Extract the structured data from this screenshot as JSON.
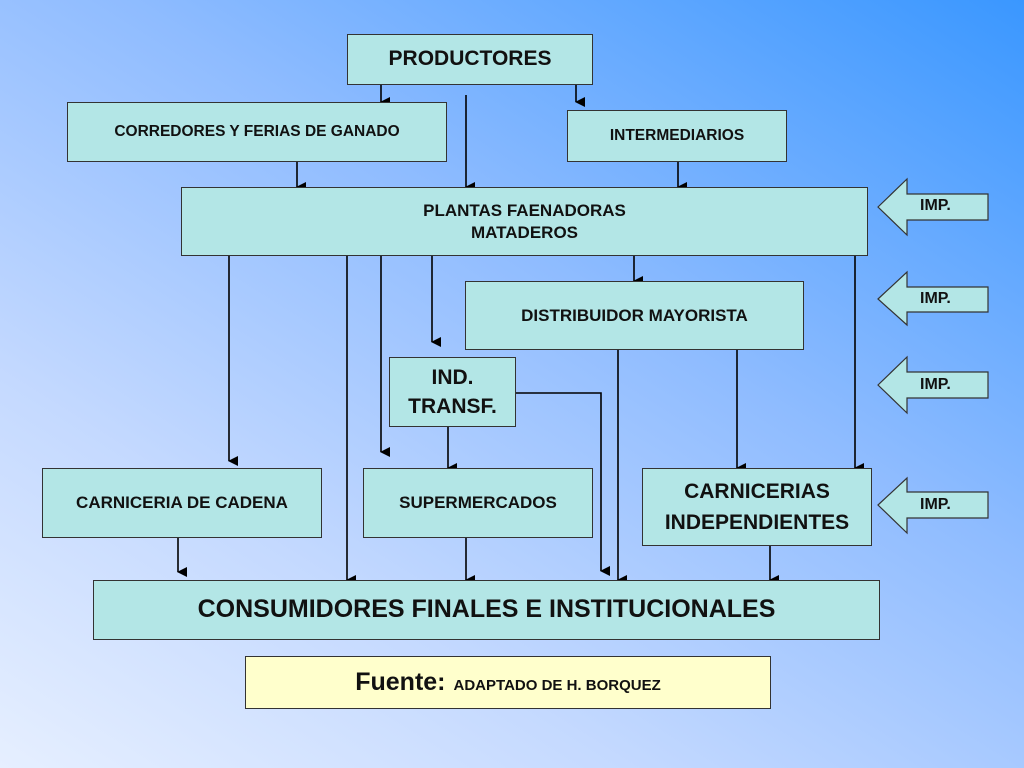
{
  "nodes": {
    "productores": "PRODUCTORES",
    "corredores": "CORREDORES Y FERIAS DE GANADO",
    "intermediarios": "INTERMEDIARIOS",
    "plantas_line1": "PLANTAS FAENADORAS",
    "plantas_line2": "MATADEROS",
    "distribuidor": "DISTRIBUIDOR MAYORISTA",
    "ind_line1": "IND.",
    "ind_line2": "TRANSF.",
    "carniceria_cadena": "CARNICERIA DE CADENA",
    "supermercados": "SUPERMERCADOS",
    "carnicerias_line1": "CARNICERIAS",
    "carnicerias_line2": "INDEPENDIENTES",
    "consumidores": "CONSUMIDORES FINALES E INSTITUCIONALES"
  },
  "imports": [
    "IMP.",
    "IMP.",
    "IMP.",
    "IMP."
  ],
  "source": {
    "label": "Fuente:",
    "text": "ADAPTADO DE H. BORQUEZ"
  },
  "colors": {
    "box_fill": "#b3e6e6",
    "source_fill": "#ffffcc",
    "import_arrow_fill": "#b3e6e6"
  },
  "edges": [
    {
      "from": "productores",
      "to": "corredores"
    },
    {
      "from": "productores",
      "to": "plantas"
    },
    {
      "from": "productores",
      "to": "intermediarios"
    },
    {
      "from": "corredores",
      "to": "plantas"
    },
    {
      "from": "intermediarios",
      "to": "plantas"
    },
    {
      "from": "plantas",
      "to": "carniceria_cadena"
    },
    {
      "from": "plantas",
      "to": "consumidores"
    },
    {
      "from": "plantas",
      "to": "supermercados"
    },
    {
      "from": "plantas",
      "to": "ind_transf"
    },
    {
      "from": "plantas",
      "to": "distribuidor"
    },
    {
      "from": "plantas",
      "to": "carnicerias_independientes"
    },
    {
      "from": "ind_transf",
      "to": "supermercados"
    },
    {
      "from": "ind_transf",
      "to": "consumidores"
    },
    {
      "from": "distribuidor",
      "to": "consumidores"
    },
    {
      "from": "distribuidor",
      "to": "carnicerias_independientes"
    },
    {
      "from": "carniceria_cadena",
      "to": "consumidores"
    },
    {
      "from": "supermercados",
      "to": "consumidores"
    },
    {
      "from": "carnicerias_independientes",
      "to": "consumidores"
    },
    {
      "from": "importaciones",
      "to": "plantas"
    },
    {
      "from": "importaciones",
      "to": "distribuidor"
    },
    {
      "from": "importaciones",
      "to": "ind_transf"
    },
    {
      "from": "importaciones",
      "to": "carnicerias_independientes"
    }
  ]
}
